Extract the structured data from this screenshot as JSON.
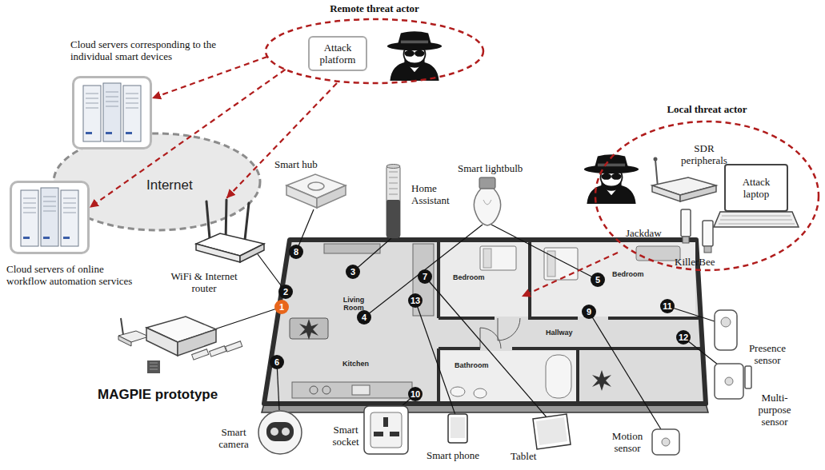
{
  "diagram": {
    "nodes": [
      {
        "text": [
          "Remote threat actor"
        ]
      },
      {
        "text": [
          "Attack platform"
        ],
        "in": 0
      },
      {
        "text": [
          "Cloud servers corresponding to the individual smart devices"
        ]
      },
      {
        "text": [
          "Internet"
        ]
      },
      {
        "text": [
          "Cloud servers of online workflow automation services"
        ]
      },
      {
        "text": [
          "Local threat actor"
        ]
      },
      {
        "text": [
          "Attack laptop"
        ],
        "in": 5
      }
    ],
    "edges": [
      {
        "from": 0,
        "to": 2,
        "arrow": "to"
      },
      {
        "from": 0,
        "to": 4,
        "arrow": "to"
      }
    ],
    "labels": [
      "SDR peripherals",
      "Jackdaw",
      "KillerBee",
      "Smart hub",
      "Home Assistant",
      "Smart lightbulb",
      "WiFi & Internet router",
      "MAGPIE prototype",
      "Smart camera",
      "Smart socket",
      "Smart phone",
      "Tablet",
      "Motion sensor",
      "Multi-purpose sensor",
      "Presence sensor",
      "Living Room",
      "Kitchen",
      "Bedroom",
      "Bedroom",
      "Hallway",
      "Bathroom",
      "1",
      "2",
      "3",
      "4",
      "5",
      "6",
      "7",
      "8",
      "9",
      "10",
      "11",
      "12",
      "13"
    ]
  }
}
